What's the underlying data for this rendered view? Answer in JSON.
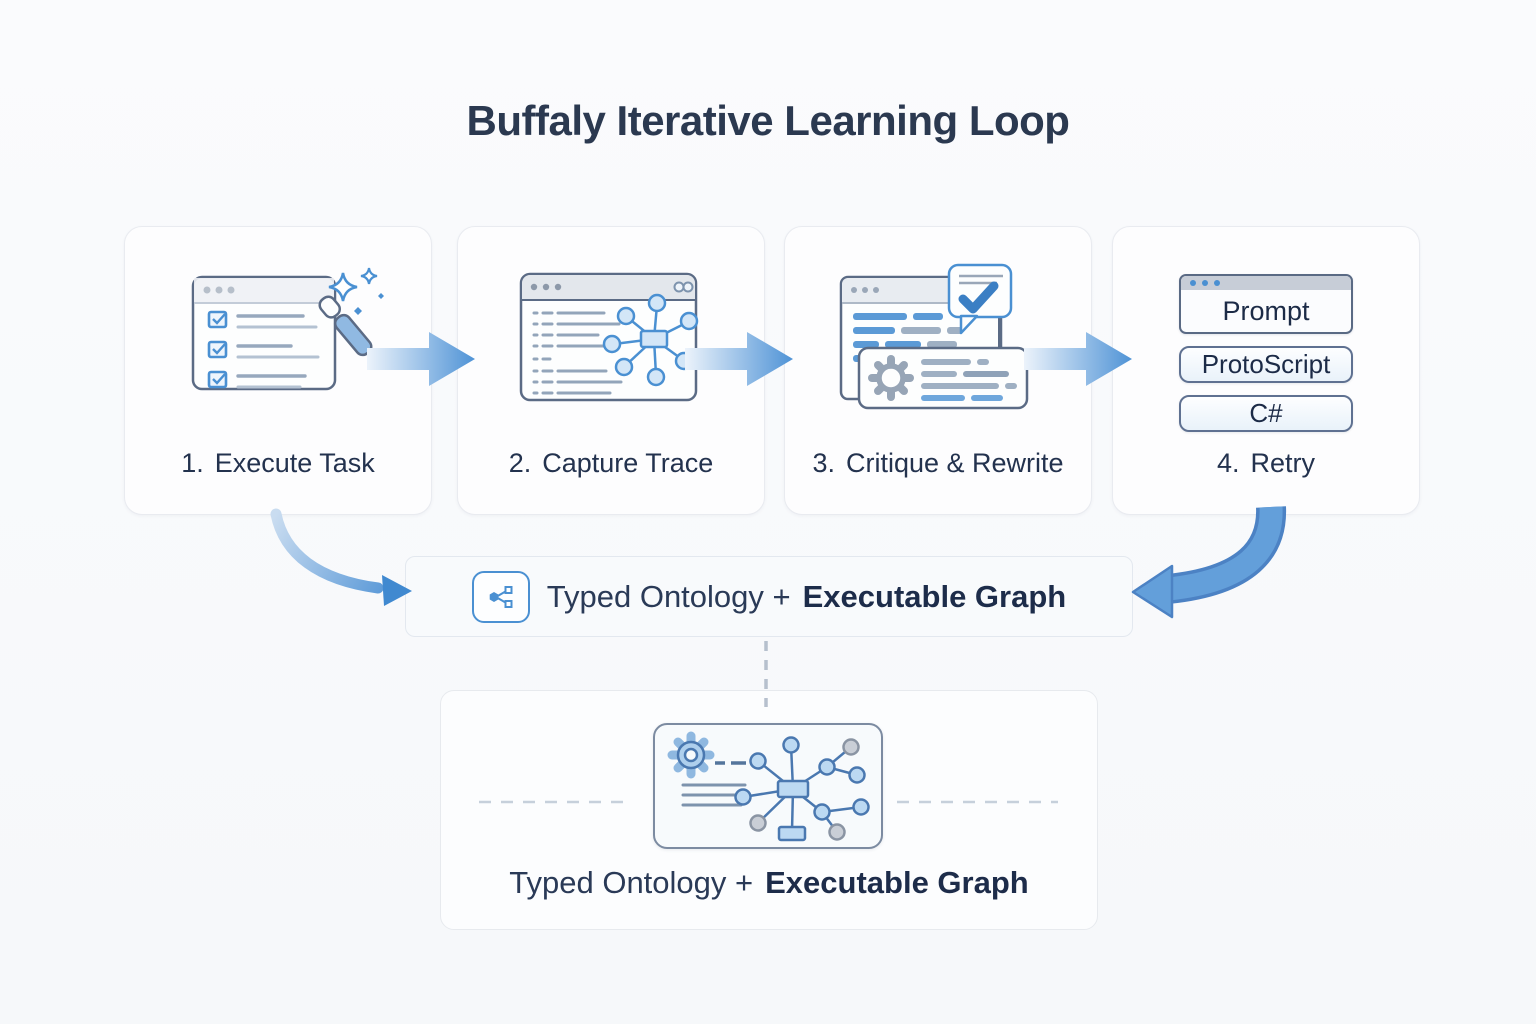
{
  "title": "Buffaly Iterative Learning Loop",
  "steps": [
    {
      "number": "1.",
      "name": "Execute Task"
    },
    {
      "number": "2.",
      "name": "Capture Trace"
    },
    {
      "number": "3.",
      "name": "Critique & Rewrite"
    },
    {
      "number": "4.",
      "name": "Retry",
      "stack": [
        "Prompt",
        "ProtoScript",
        "C#"
      ]
    }
  ],
  "ontology_bar": {
    "icon": "share-network-icon",
    "text_regular": "Typed Ontology +",
    "text_bold": "Executable Graph"
  },
  "bottom_panel": {
    "text_regular": "Typed Ontology +",
    "text_bold": "Executable Graph"
  },
  "colors": {
    "accent_blue": "#4a90d2",
    "deep_blue": "#4c82c4",
    "navy_text": "#2b3950",
    "card_border": "#e9ebf0",
    "node_fill": "#cfe4f6",
    "gray_node": "#c9ced6",
    "background": "#f7f8fa"
  }
}
